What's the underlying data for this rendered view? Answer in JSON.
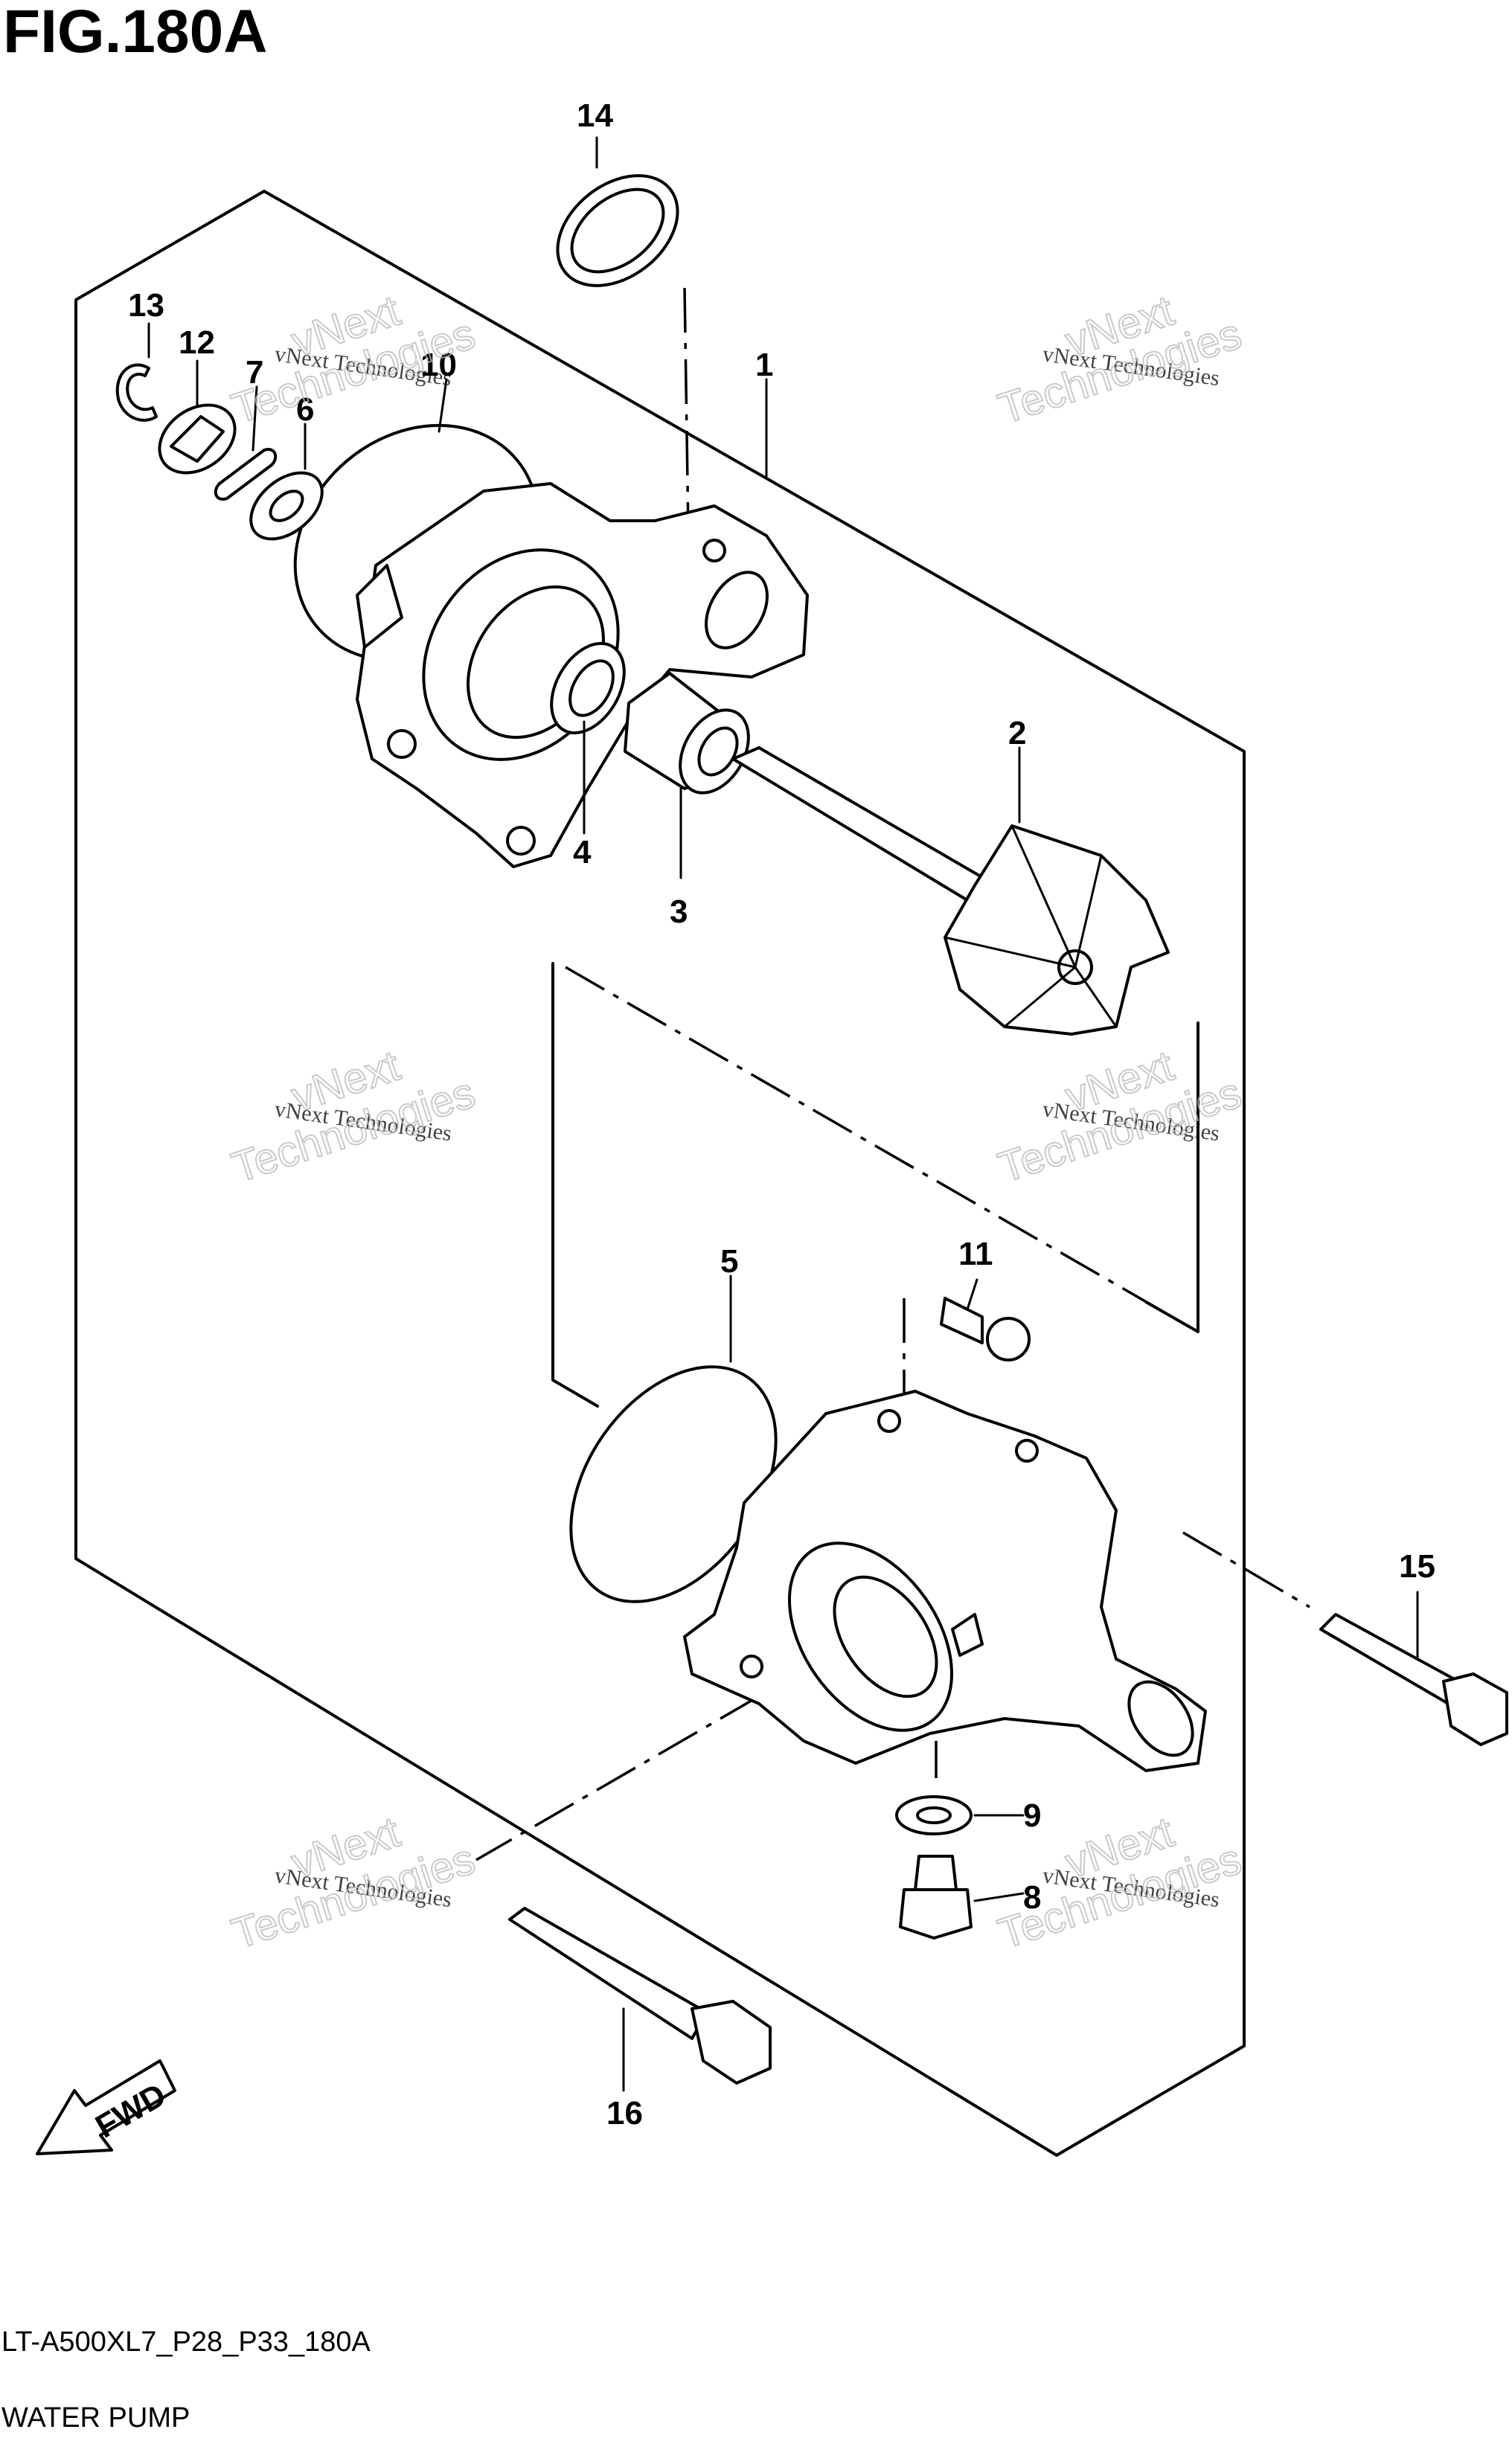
{
  "figure": {
    "title": "FIG.180A",
    "model_code": "LT-A500XL7_P28_P33_180A",
    "caption": "WATER PUMP",
    "fwd_label": "FWD"
  },
  "callouts": [
    {
      "id": "1",
      "label": "1"
    },
    {
      "id": "2",
      "label": "2"
    },
    {
      "id": "3",
      "label": "3"
    },
    {
      "id": "4",
      "label": "4"
    },
    {
      "id": "5",
      "label": "5"
    },
    {
      "id": "6",
      "label": "6"
    },
    {
      "id": "7",
      "label": "7"
    },
    {
      "id": "8",
      "label": "8"
    },
    {
      "id": "9",
      "label": "9"
    },
    {
      "id": "10",
      "label": "10"
    },
    {
      "id": "11",
      "label": "11"
    },
    {
      "id": "12",
      "label": "12"
    },
    {
      "id": "13",
      "label": "13"
    },
    {
      "id": "14",
      "label": "14"
    },
    {
      "id": "15",
      "label": "15"
    },
    {
      "id": "16",
      "label": "16"
    }
  ],
  "watermark": {
    "line1": "vNext Technologies",
    "line2": "vNext",
    "line3": "Technologies"
  }
}
